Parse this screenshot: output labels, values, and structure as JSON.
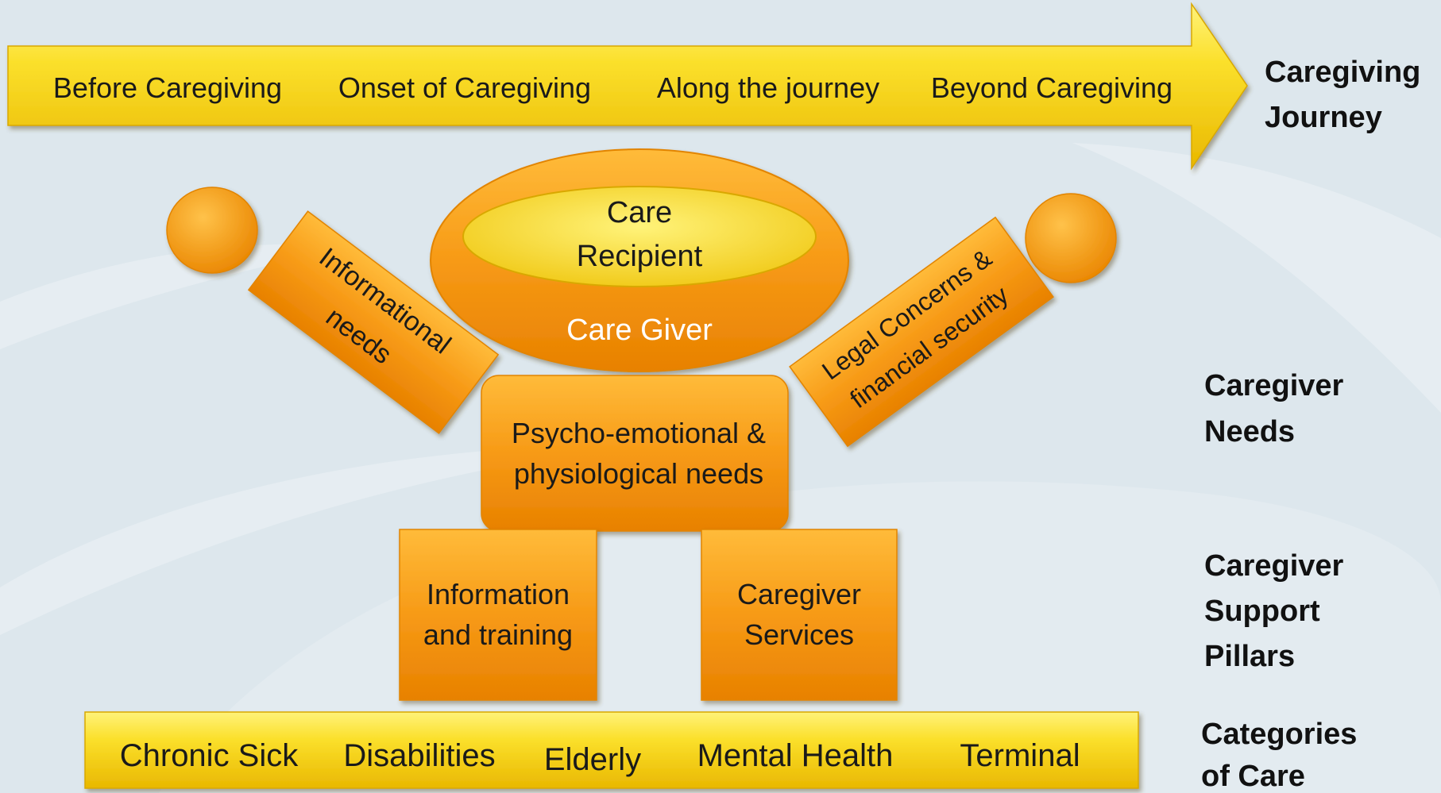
{
  "journey": {
    "stages": [
      "Before Caregiving",
      "Onset of Caregiving",
      "Along the journey",
      "Beyond Caregiving"
    ],
    "label_line1": "Caregiving",
    "label_line2": "Journey"
  },
  "figure": {
    "care_recipient_line1": "Care",
    "care_recipient_line2": "Recipient",
    "care_giver": "Care Giver",
    "left_arm_line1": "Informational",
    "left_arm_line2": "needs",
    "right_arm_line1": "Legal Concerns &",
    "right_arm_line2": "financial security",
    "body_line1": "Psycho-emotional &",
    "body_line2": "physiological needs",
    "left_leg_line1": "Information",
    "left_leg_line2": "and training",
    "right_leg_line1": "Caregiver",
    "right_leg_line2": "Services"
  },
  "side_labels": {
    "needs_line1": "Caregiver",
    "needs_line2": "Needs",
    "pillars_line1": "Caregiver",
    "pillars_line2": "Support",
    "pillars_line3": "Pillars",
    "categories_line1": "Categories",
    "categories_line2": "of Care"
  },
  "categories": [
    "Chronic Sick",
    "Disabilities",
    "Elderly",
    "Mental Health",
    "Terminal"
  ],
  "colors": {
    "yellow": "#f7d31a",
    "orange": "#f59a14",
    "orange_dark": "#e07a00",
    "ellipse_inner": "#f5e23a"
  }
}
